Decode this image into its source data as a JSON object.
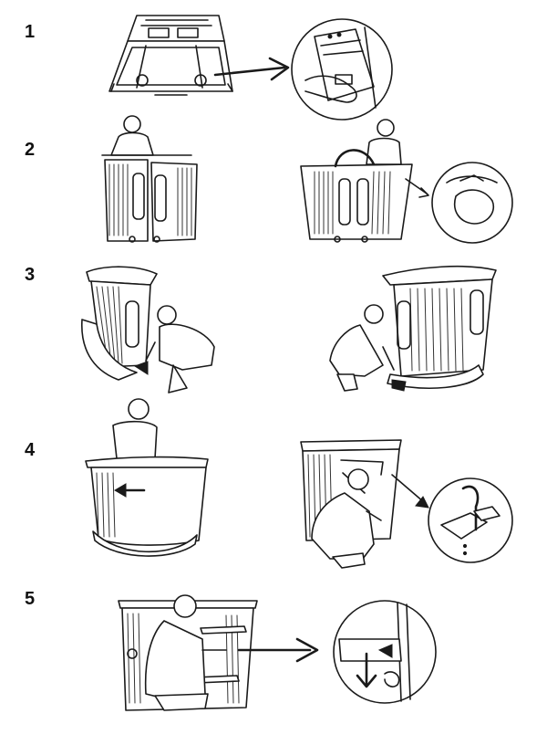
{
  "steps": [
    {
      "number": "1"
    },
    {
      "number": "2"
    },
    {
      "number": "3"
    },
    {
      "number": "4"
    },
    {
      "number": "5"
    }
  ],
  "colors": {
    "ink": "#1a1a1a",
    "background": "#ffffff"
  },
  "icons": [
    "arrow-right-icon",
    "arrow-left-icon",
    "arrow-down-icon",
    "magnifier-circle-icon"
  ]
}
